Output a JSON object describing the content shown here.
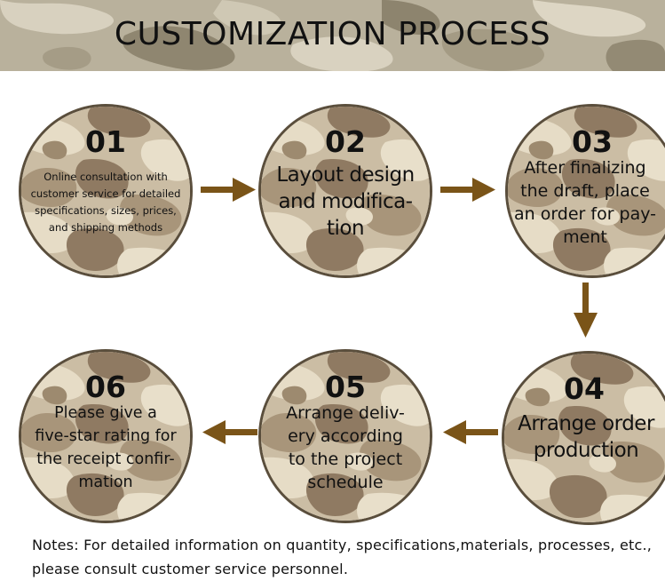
{
  "title": "CUSTOMIZATION PROCESS",
  "colors": {
    "arrow": "#7a5418",
    "camo_base": "#cbbda4",
    "camo_light": "#e6dcc6",
    "camo_dark": "#8f7a62",
    "camo_mid": "#a8957a"
  },
  "steps": [
    {
      "number": "01",
      "lines": [
        "Online consultation with",
        "customer service for detailed",
        "specifications, sizes, prices,",
        "and shipping methods"
      ]
    },
    {
      "number": "02",
      "lines": [
        "Layout design",
        "and modifica-",
        "tion"
      ]
    },
    {
      "number": "03",
      "lines": [
        "After finalizing",
        "the draft, place",
        "an order for pay-",
        "ment"
      ]
    },
    {
      "number": "04",
      "lines": [
        "Arrange order",
        "production"
      ]
    },
    {
      "number": "05",
      "lines": [
        "Arrange deliv-",
        "ery according",
        "to the project",
        "schedule"
      ]
    },
    {
      "number": "06",
      "lines": [
        "Please give a",
        "five-star rating for",
        "the receipt confir-",
        "mation"
      ]
    }
  ],
  "arrows": [
    {
      "from": "01",
      "to": "02",
      "direction": "right"
    },
    {
      "from": "02",
      "to": "03",
      "direction": "right"
    },
    {
      "from": "03",
      "to": "04",
      "direction": "down"
    },
    {
      "from": "04",
      "to": "05",
      "direction": "left"
    },
    {
      "from": "05",
      "to": "06",
      "direction": "left"
    }
  ],
  "notes": [
    "Notes: For detailed information on quantity, specifications,materials, processes, etc.,",
    "please consult customer service personnel."
  ]
}
